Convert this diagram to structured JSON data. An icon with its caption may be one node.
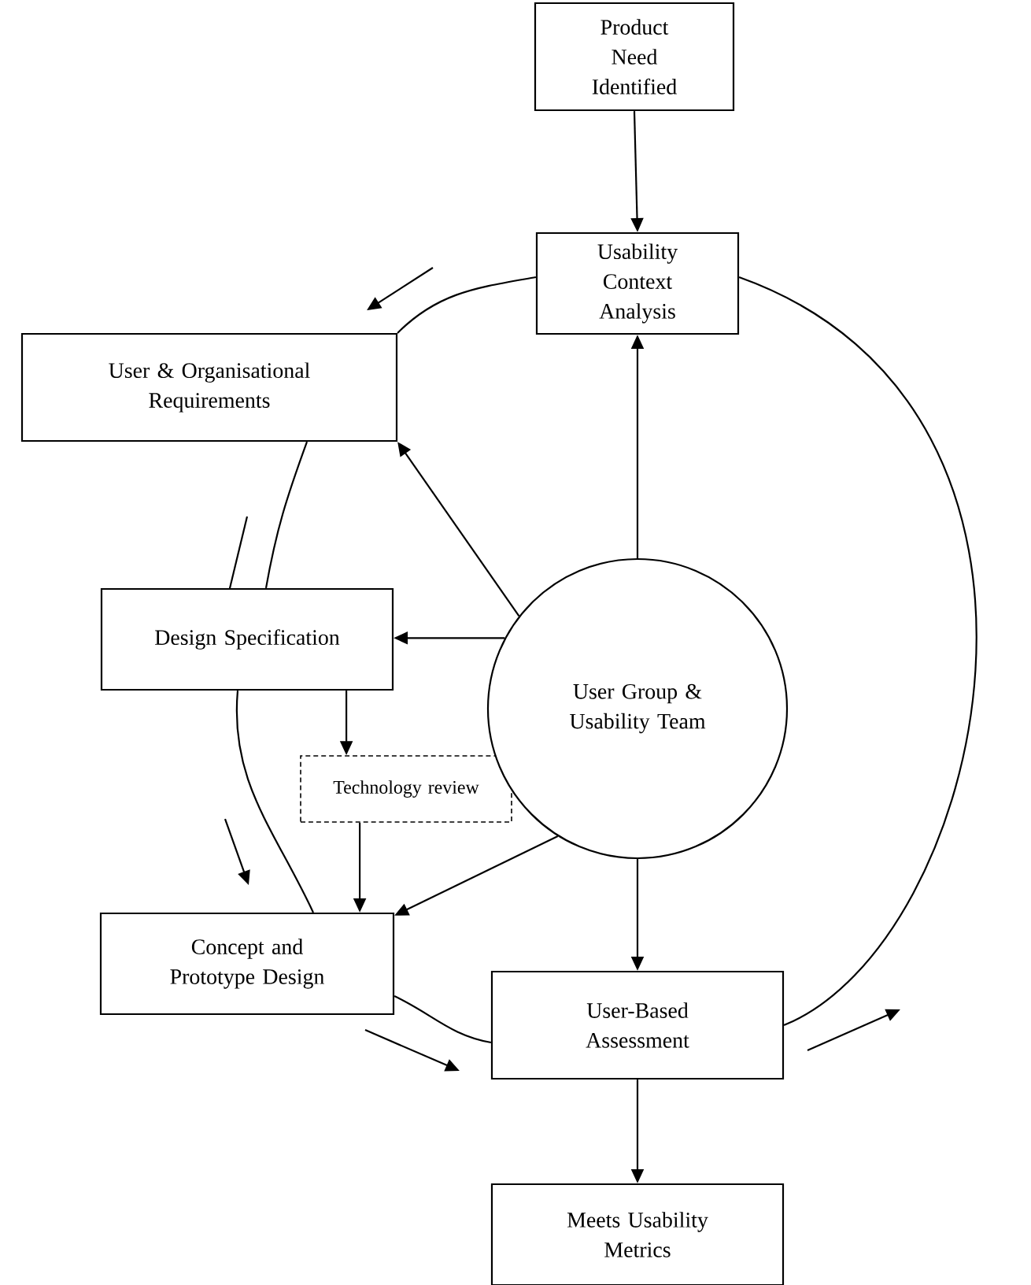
{
  "diagram": {
    "nodes": [
      {
        "text": [
          "Product Need Identified"
        ]
      },
      {
        "text": [
          "Usability Context Analysis"
        ]
      },
      {
        "text": [
          "User & Organisational Requirements"
        ]
      },
      {
        "text": [
          "Design Specification"
        ]
      },
      {
        "text": [
          "Technology review"
        ]
      },
      {
        "text": [
          "Concept and Prototype Design"
        ]
      },
      {
        "text": [
          "User Group & Usability Team"
        ]
      },
      {
        "text": [
          "User-Based Assessment"
        ]
      },
      {
        "text": [
          "Meets Usability Metrics"
        ]
      }
    ],
    "edges": [
      {
        "from": 0,
        "to": 1,
        "arrow": "to"
      },
      {
        "from": 6,
        "to": 1,
        "arrow": "to"
      },
      {
        "from": 6,
        "to": 2,
        "arrow": "to"
      },
      {
        "from": 6,
        "to": 3,
        "arrow": "to"
      },
      {
        "from": 3,
        "to": 4,
        "arrow": "to"
      },
      {
        "from": 4,
        "to": 5,
        "arrow": "to"
      },
      {
        "from": 6,
        "to": 5,
        "arrow": "to"
      },
      {
        "from": 6,
        "to": 7,
        "arrow": "to"
      },
      {
        "from": 7,
        "to": 8,
        "arrow": "to"
      },
      {
        "from": 1,
        "to": 2,
        "arrow": "none"
      },
      {
        "from": 2,
        "to": 3,
        "arrow": "none"
      },
      {
        "from": 3,
        "to": 5,
        "arrow": "none"
      },
      {
        "from": 5,
        "to": 7,
        "arrow": "none"
      },
      {
        "from": 7,
        "to": 1,
        "arrow": "none"
      }
    ]
  }
}
